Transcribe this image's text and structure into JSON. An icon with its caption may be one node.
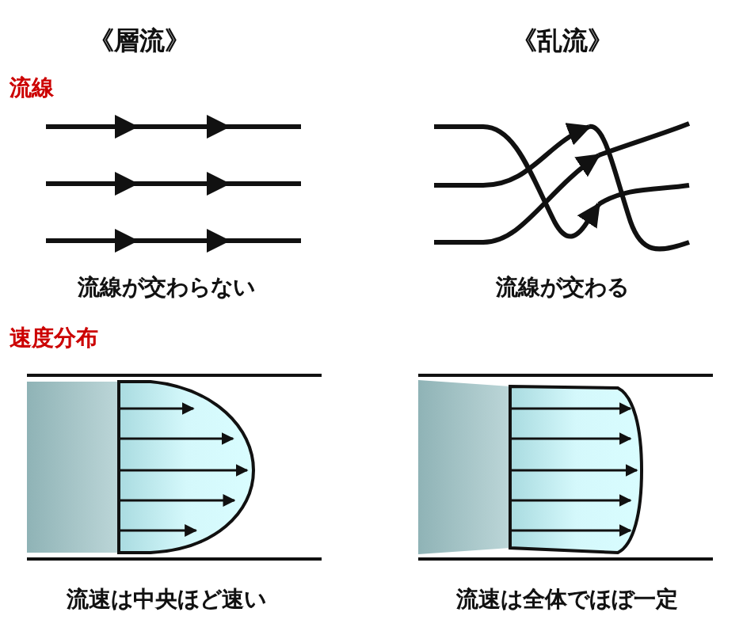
{
  "diagram": {
    "labels": [
      "《層流》",
      "《乱流》",
      "流線",
      "流線が交わらない",
      "流線が交わる",
      "速度分布",
      "流速は中央ほど速い",
      "流速は全体でほぼ一定"
    ]
  }
}
